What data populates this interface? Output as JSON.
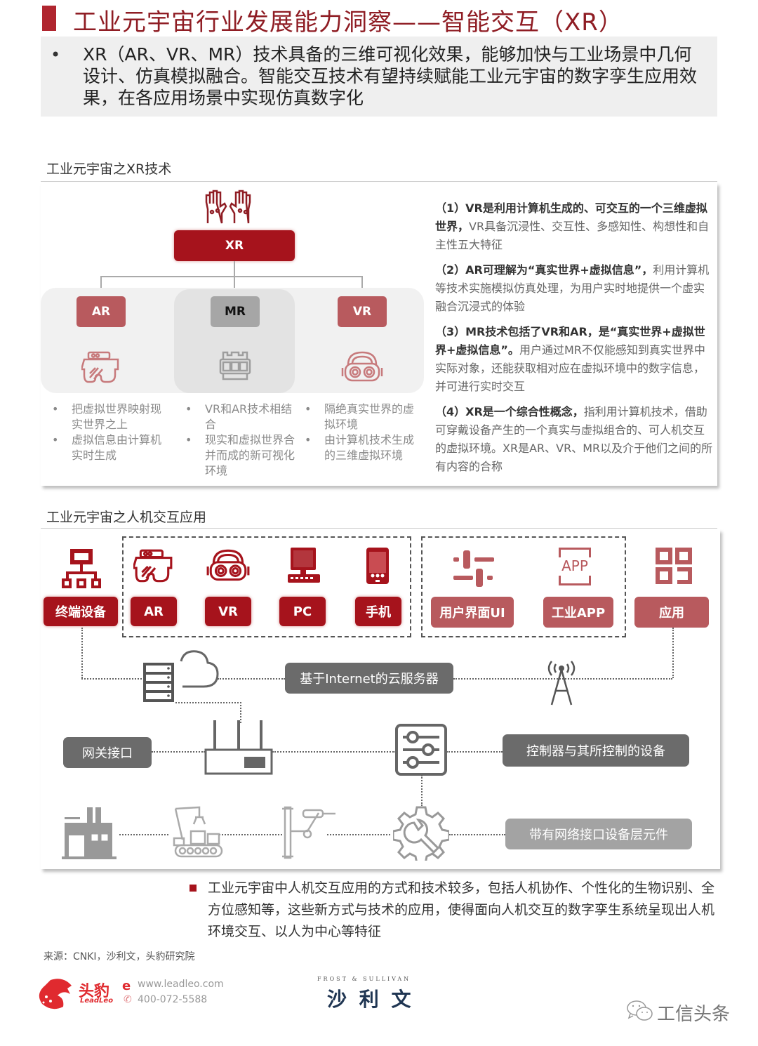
{
  "header": {
    "title": "工业元宇宙行业发展能力洞察——智能交互（XR）",
    "summary_bullet": "•",
    "summary": "XR（AR、VR、MR）技术具备的三维可视化效果，能够加快与工业场景中几何设计、仿真模拟融合。智能交互技术有望持续赋能工业元宇宙的数字孪生应用效果，在各应用场景中实现仿真数字化"
  },
  "xr_section": {
    "title": "工业元宇宙之XR技术",
    "root_label": "XR",
    "root_icon": "vr-gloves-icon",
    "branches": [
      {
        "label": "AR",
        "icon": "ar-goggles-icon",
        "bullets": [
          "把虚拟世界映射现实世界之上",
          "虚拟信息由计算机实时生成"
        ]
      },
      {
        "label": "MR",
        "icon": "mr-headset-icon",
        "bullets": [
          "VR和AR技术相结合",
          "现实和虚拟世界合并而成的新可视化环境"
        ]
      },
      {
        "label": "VR",
        "icon": "vr-headset-icon",
        "bullets": [
          "隔绝真实世界的虚拟环境",
          "由计算机技术生成的三维虚拟环境"
        ]
      }
    ],
    "definitions": [
      {
        "bold": "（1）VR是利用计算机生成的、可交互的一个三维虚拟世界，",
        "rest": "VR具备沉浸性、交互性、多感知性、构想性和自主性五大特征"
      },
      {
        "bold": "（2）AR可理解为“真实世界+虚拟信息”，",
        "rest": "利用计算机等技术实施模拟仿真处理，为用户实时地提供一个虚实融合沉浸式的体验"
      },
      {
        "bold": "（3）MR技术包括了VR和AR，是“真实世界+虚拟世界+虚拟信息”。",
        "rest": "用户通过MR不仅能感知到真实世界中实际对象，还能获取相对应在虚拟环境中的数字信息，并可进行实时交互"
      },
      {
        "bold": "（4）XR是一个综合性概念，",
        "rest": "指利用计算机技术，借助可穿戴设备产生的一个真实与虚拟组合的、可人机交互的虚拟环境。XR是AR、VR、MR以及介于他们之间的所有内容的合称"
      }
    ]
  },
  "hmi_section": {
    "title": "工业元宇宙之人机交互应用",
    "top_row": [
      {
        "label": "终端设备",
        "icon": "network-hierarchy-icon",
        "style": "red"
      },
      {
        "label": "AR",
        "icon": "ar-goggles-icon",
        "style": "red"
      },
      {
        "label": "VR",
        "icon": "vr-headset-icon",
        "style": "red"
      },
      {
        "label": "PC",
        "icon": "desktop-computer-icon",
        "style": "red"
      },
      {
        "label": "手机",
        "icon": "smartphone-icon",
        "style": "red"
      },
      {
        "label": "用户界面UI",
        "icon": "sliders-icon",
        "style": "rose"
      },
      {
        "label": "工业APP",
        "icon": "app-icon",
        "style": "rose"
      },
      {
        "label": "应用",
        "icon": "grid-apps-icon",
        "style": "rose"
      }
    ],
    "app_icon_text": "APP",
    "cloud_server": "基于Internet的云服务器",
    "gateway": "网关接口",
    "controller": "控制器与其所控制的设备",
    "device_layer": "带有网络接口设备层元件",
    "icons": [
      "server-cloud-icon",
      "antenna-tower-icon",
      "router-icon",
      "control-panel-icon",
      "factory-icon",
      "robot-arm-conveyor-icon",
      "gantry-robot-icon",
      "gear-wrench-icon"
    ]
  },
  "footer": {
    "note": "工业元宇宙中人机交互应用的方式和技术较多，包括人机协作、个性化的生物识别、全方位感知等，这些新方式与技术的应用，使得面向人机交互的数字孪生系统呈现出人机环境交互、以人为中心等特征",
    "source": "来源：CNKI，沙利文，头豹研究院",
    "leadleo_name": "头豹",
    "leadleo_en": "LeadLeo",
    "leadleo_url": "www.leadleo.com",
    "leadleo_phone": "400-072-5588",
    "frost_en": "FROST & SULLIVAN",
    "frost_cn": "沙 利 文",
    "watermark": "工信头条"
  },
  "colors": {
    "brand_red": "#a6131c",
    "rose": "#b85a5e",
    "dark_grey": "#6b6b6b",
    "light_grey": "#a3a3a3"
  }
}
